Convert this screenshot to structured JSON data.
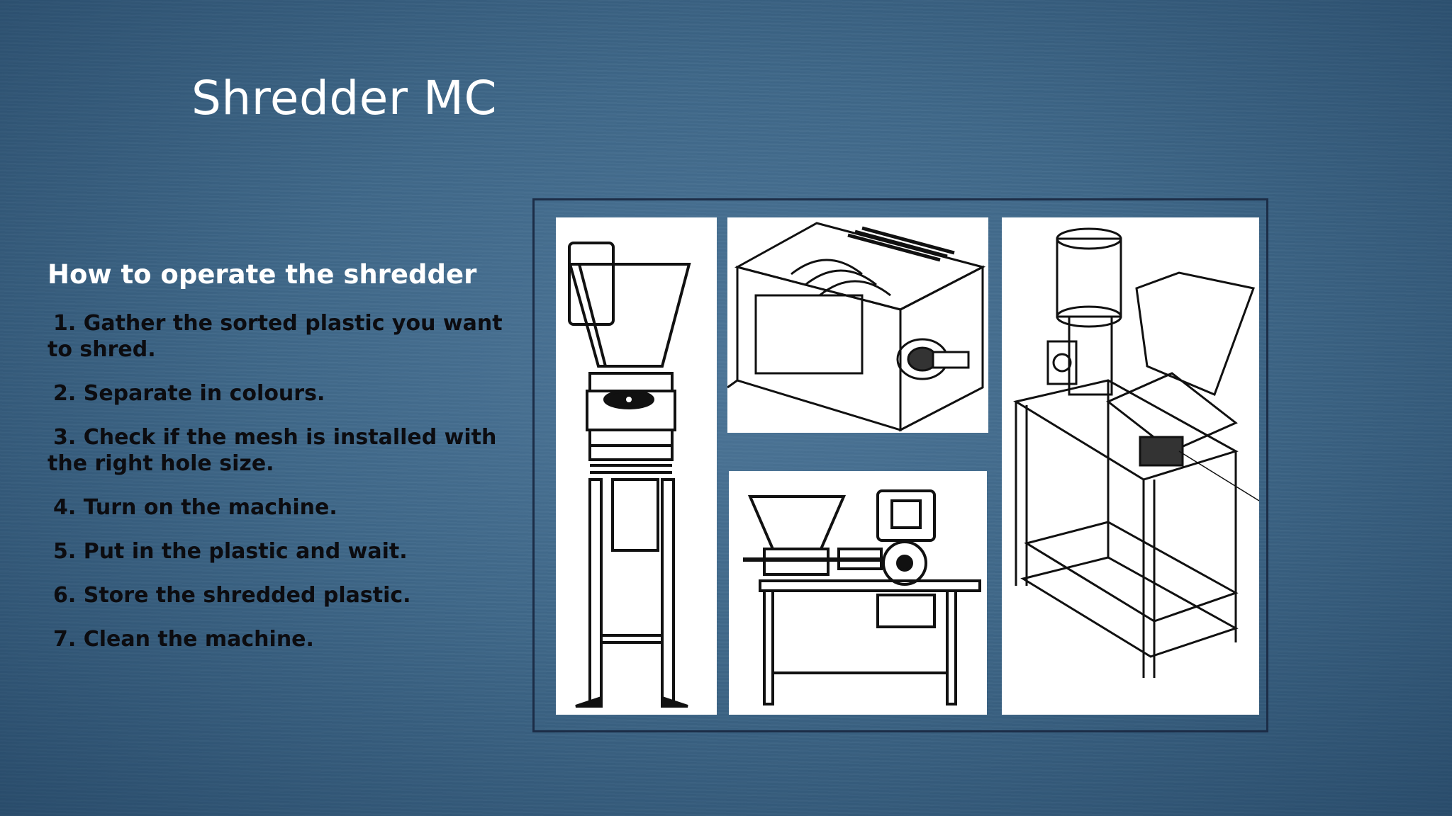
{
  "slide": {
    "title": "Shredder MC",
    "subtitle": "How to operate the shredder",
    "steps": [
      "1. Gather the sorted plastic you want to shred.",
      "2. Separate in colours.",
      "3. Check if the mesh is installed with the right hole size.",
      "4. Turn on the machine.",
      "5. Put in the plastic and wait.",
      "6. Store the shredded plastic.",
      "7. Clean the machine."
    ],
    "images": [
      {
        "name": "shredder-front-view-drawing"
      },
      {
        "name": "shredder-box-detail-drawing"
      },
      {
        "name": "shredder-side-view-drawing"
      },
      {
        "name": "shredder-isometric-drawing"
      }
    ]
  }
}
